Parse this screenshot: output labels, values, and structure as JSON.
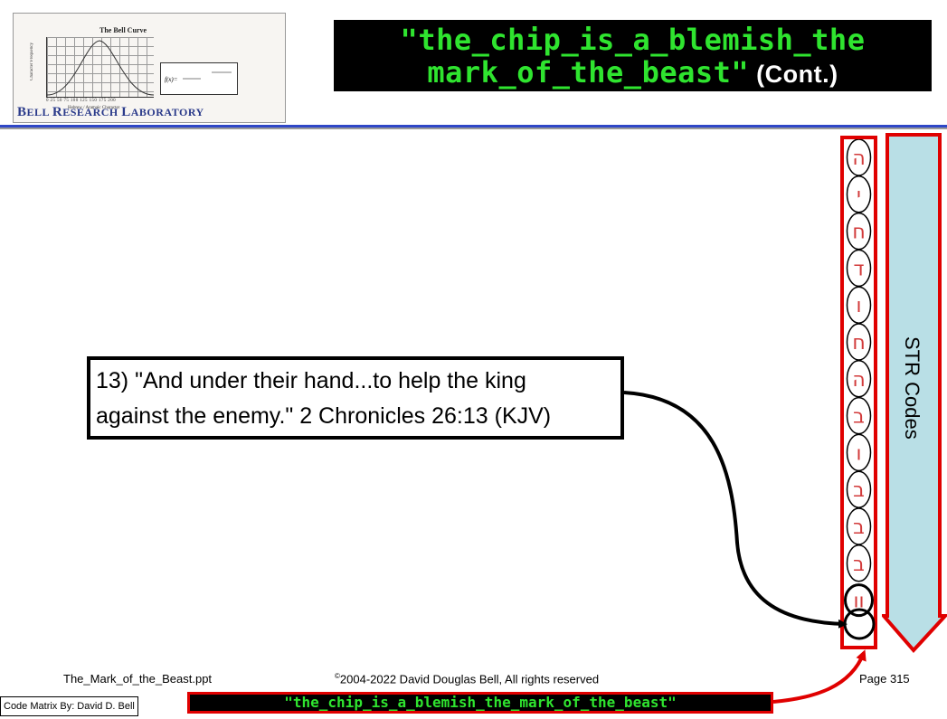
{
  "logo": {
    "chart_title": "The Bell Curve",
    "y_axis_label": "Character Frequency",
    "x_ticks": "0  25  50  75  100  125  150  175  200",
    "x_axis_label": "Hebrew / Aramaic Character",
    "banner_big1": "B",
    "banner_small1": "ELL ",
    "banner_big2": "R",
    "banner_small2": "ESEARCH ",
    "banner_big3": "L",
    "banner_small3": "ABORATORY"
  },
  "title": {
    "line1": "\"the_chip_is_a_blemish_the",
    "line2": "mark_of_the_beast\"",
    "cont": " (Cont.)"
  },
  "quote": {
    "line1": "13) \"And under their hand...to help the king",
    "line2": "against the enemy.\" 2 Chronicles 26:13 (KJV)"
  },
  "column": {
    "letters": [
      "ה",
      "י",
      "ח",
      "ד",
      "ו",
      "ח",
      "ה",
      "ב",
      "ו",
      "ב",
      "ב",
      "ב",
      "וו"
    ]
  },
  "str_label": "STR Codes",
  "footer": {
    "filename": "The_Mark_of_the_Beast.ppt",
    "copyright_symbol": "©",
    "copyright": "2004-2022 David Douglas Bell, All rights reserved",
    "page": "Page 315",
    "code_matrix": "Code Matrix By: David D. Bell",
    "search_term": "\"the_chip_is_a_blemish_the_mark_of_the_beast\""
  },
  "colors": {
    "title_green": "#2fe42f",
    "frame_red": "#e00000",
    "arrow_fill": "#b9dfe6",
    "rule_blue": "#2f47c7"
  }
}
